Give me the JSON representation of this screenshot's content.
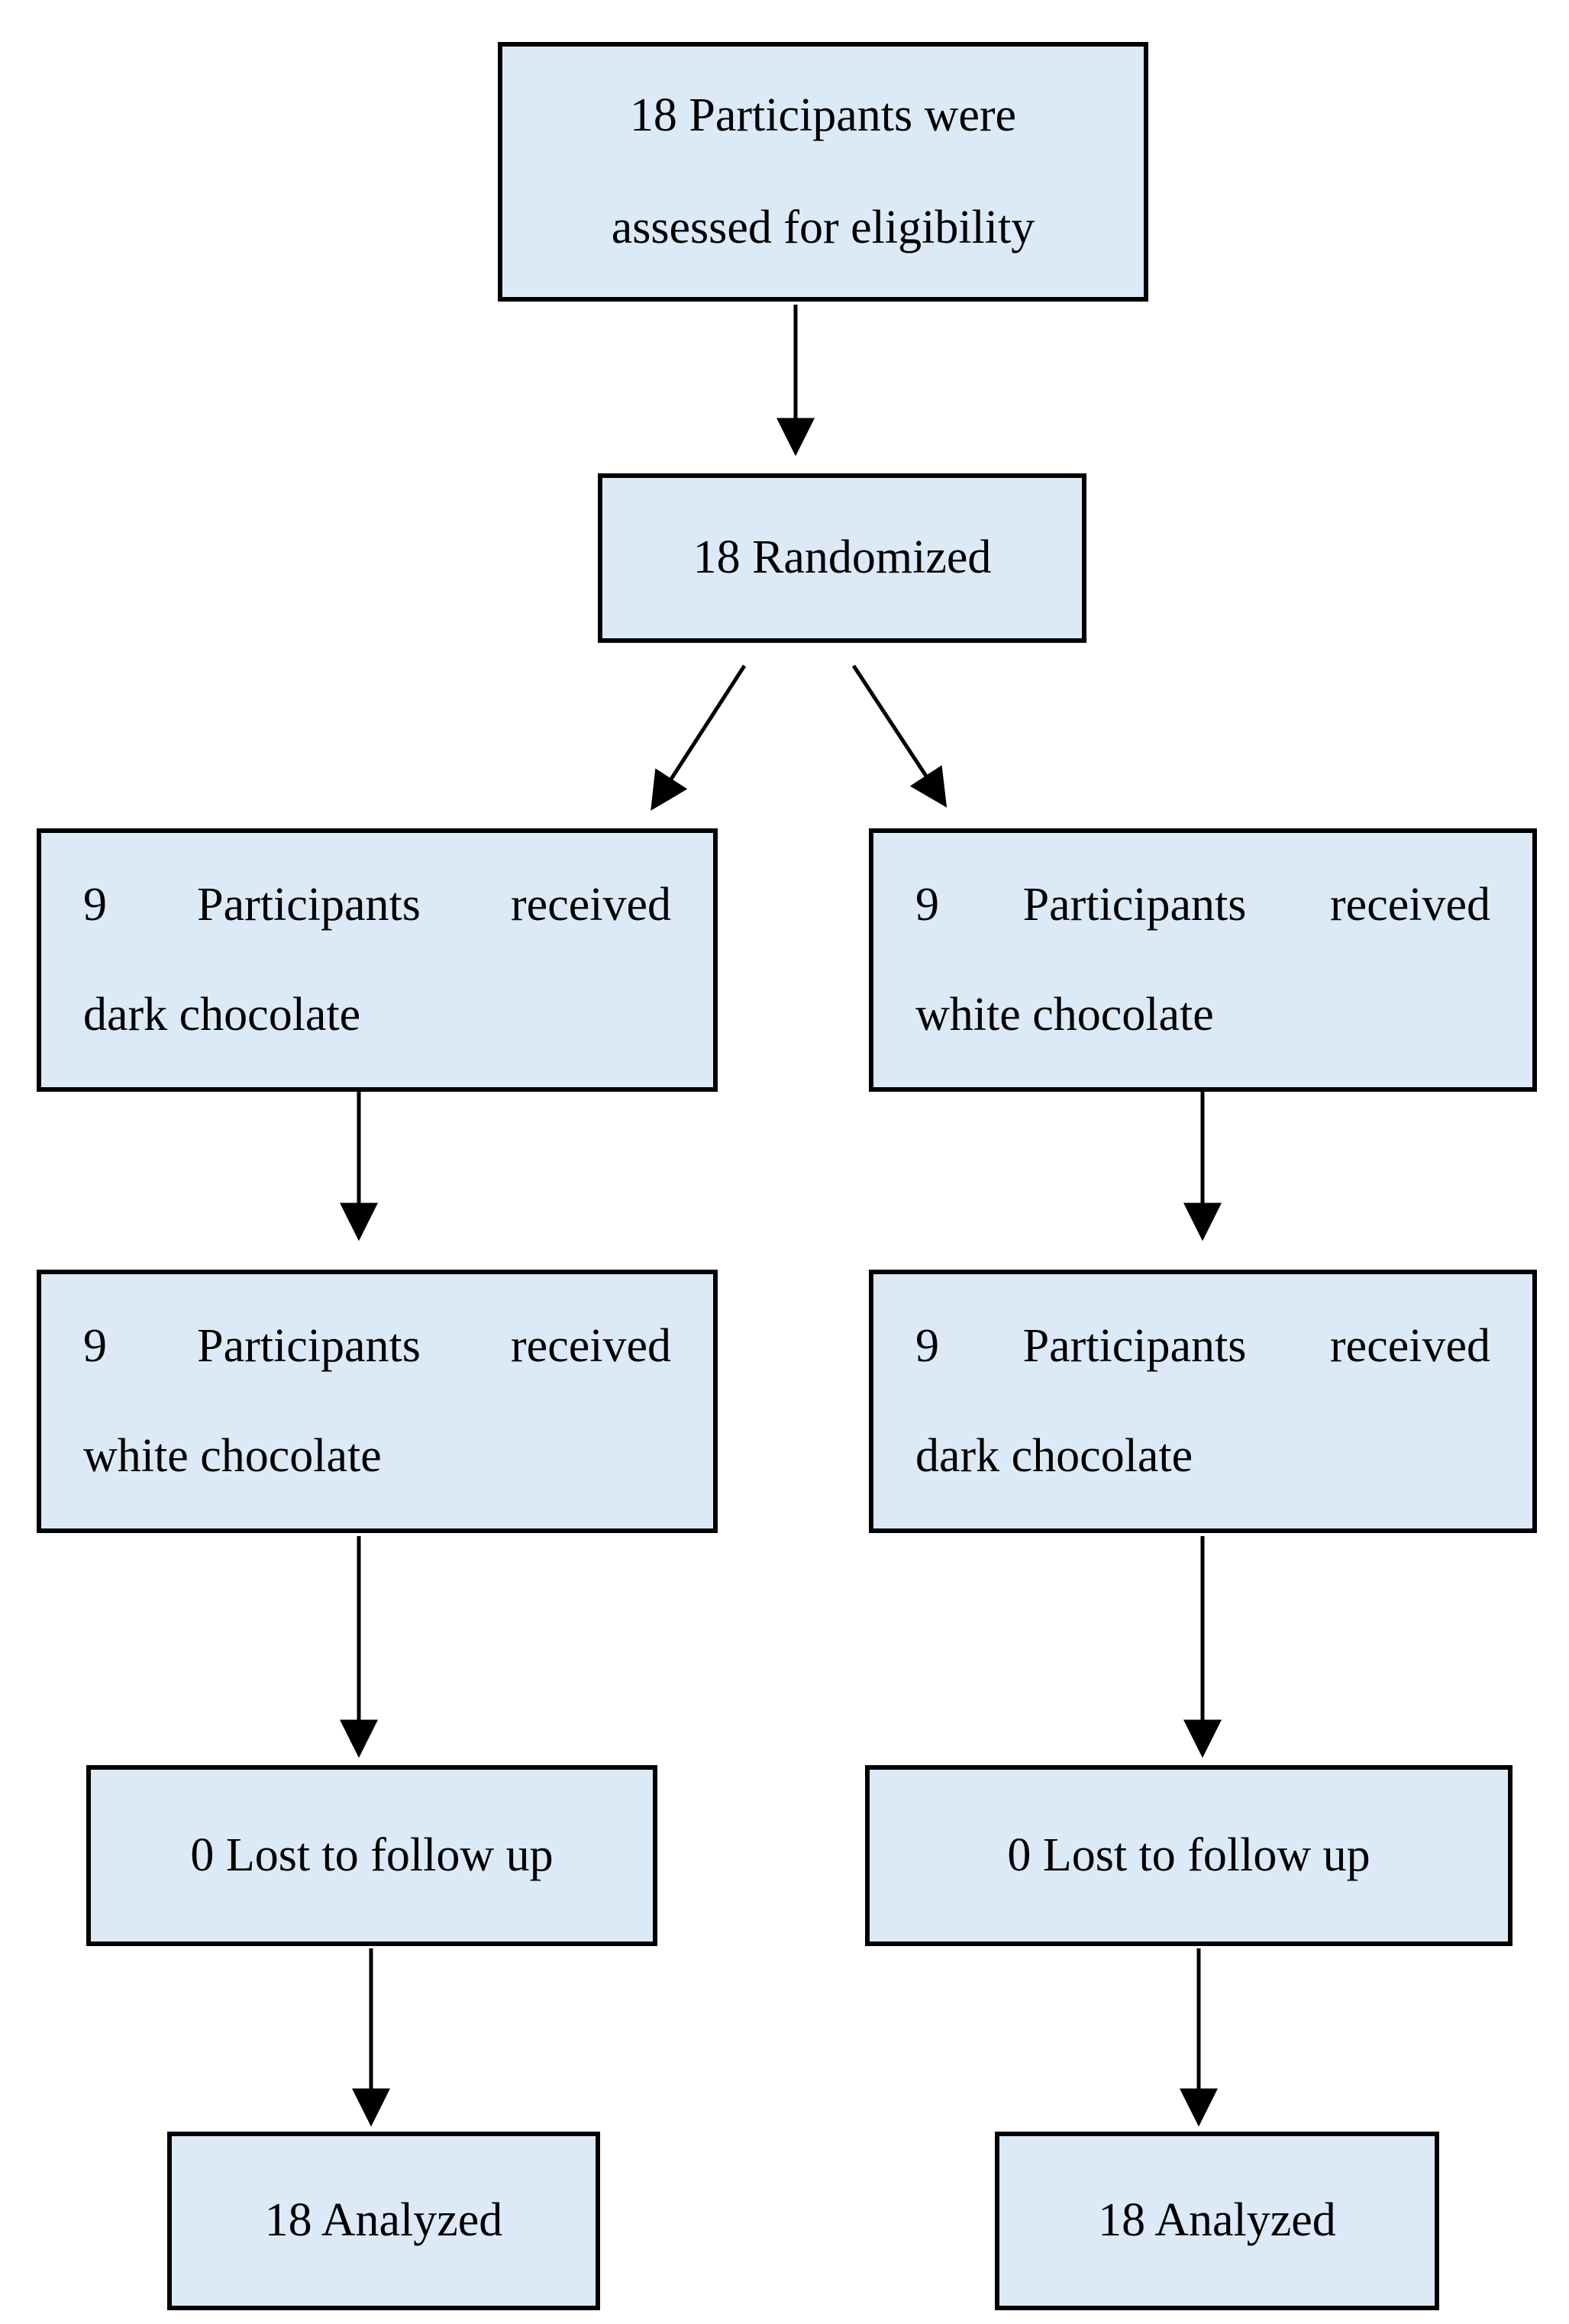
{
  "diagram": {
    "type": "consort-flowchart",
    "colors": {
      "box_fill": "#dceaf7",
      "box_border": "#000000",
      "arrow": "#000000",
      "text": "#000000",
      "background": "#ffffff"
    },
    "boxes": {
      "eligibility": {
        "line1": "18 Participants were",
        "line2": "assessed for eligibility"
      },
      "randomized": {
        "label": "18 Randomized"
      },
      "left_period1": {
        "words": [
          "9",
          "Participants",
          "received"
        ],
        "line2": "dark chocolate"
      },
      "right_period1": {
        "words": [
          "9",
          "Participants",
          "received"
        ],
        "line2": "white chocolate"
      },
      "left_period2": {
        "words": [
          "9",
          "Participants",
          "received"
        ],
        "line2": "white chocolate"
      },
      "right_period2": {
        "words": [
          "9",
          "Participants",
          "received"
        ],
        "line2": "dark chocolate"
      },
      "left_lost": {
        "label": "0 Lost to follow up"
      },
      "right_lost": {
        "label": "0 Lost to follow up"
      },
      "left_analyzed": {
        "label": "18 Analyzed"
      },
      "right_analyzed": {
        "label": "18 Analyzed"
      }
    }
  }
}
